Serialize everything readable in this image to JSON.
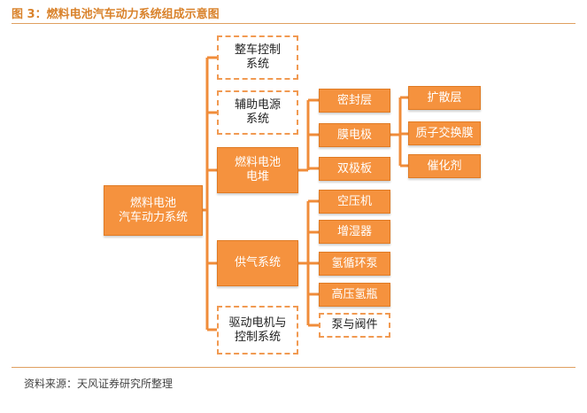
{
  "title": "图 3：燃料电池汽车动力系统组成示意图",
  "source": "资料来源：天风证券研究所整理",
  "colors": {
    "accent": "#f5923e",
    "line": "#f08c3a",
    "title": "#d9822b"
  },
  "diagram": {
    "root": "燃料电池\n汽车动力系统",
    "systems": {
      "body_control": "整车控制\n系统",
      "aux_power": "辅助电源\n系统",
      "fuel_cell_stack": "燃料电池\n电堆",
      "air_supply": "供气系统",
      "drive_motor": "驱动电机与\n控制系统"
    },
    "stack_parts": {
      "seal_layer": "密封层",
      "membrane_electrode": "膜电极",
      "bipolar_plate": "双极板"
    },
    "mea_parts": {
      "diffusion_layer": "扩散层",
      "pem": "质子交换膜",
      "catalyst": "催化剂"
    },
    "gas_parts": {
      "air_compressor": "空压机",
      "humidifier": "增湿器",
      "h2_recirc_pump": "氢循环泵",
      "h2_tank": "高压氢瓶",
      "pump_valves": "泵与阀件"
    }
  }
}
